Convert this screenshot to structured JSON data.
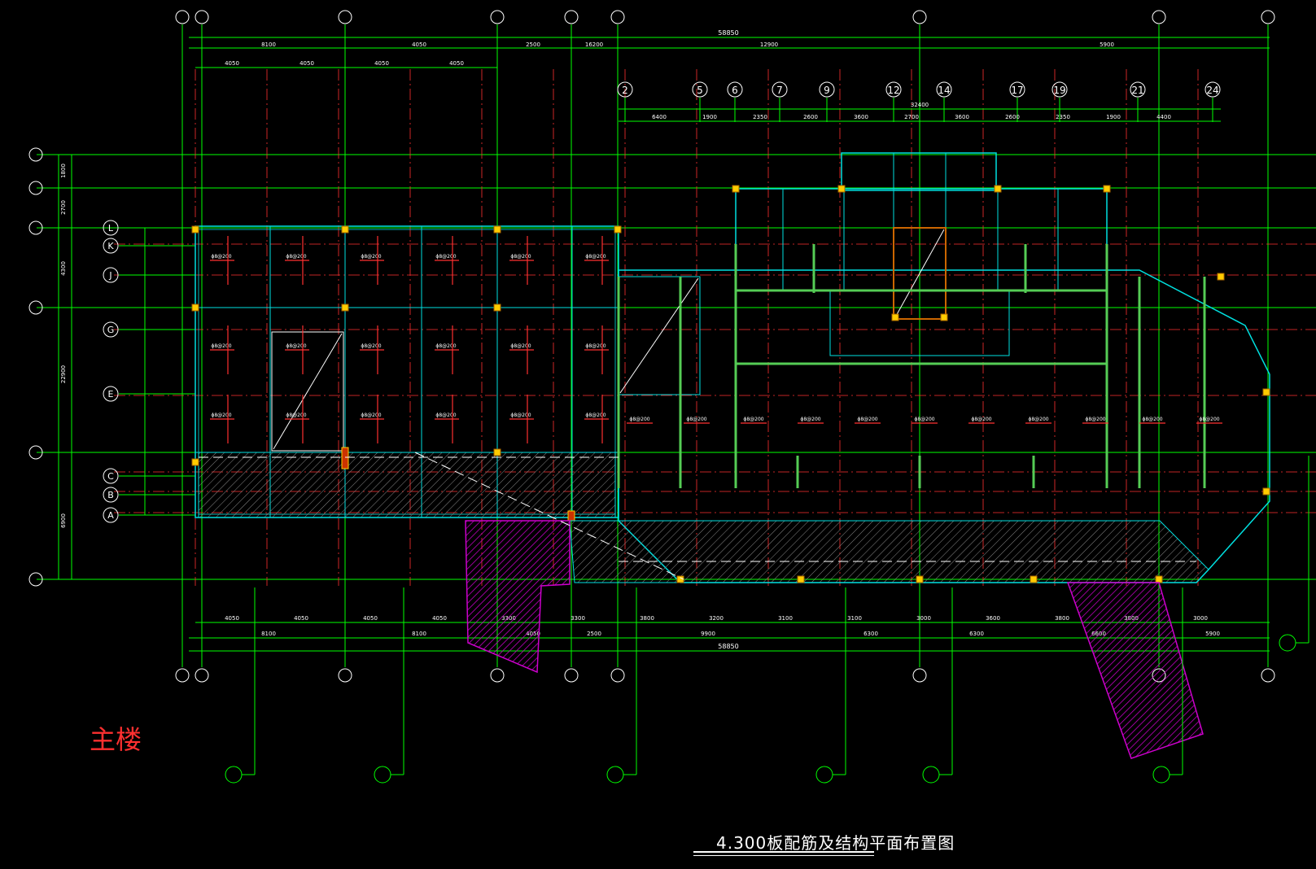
{
  "labels": {
    "main_building": "主楼",
    "drawing_title": "4.300板配筋及结构平面布置图"
  },
  "colors": {
    "background": "#000000",
    "axis_line": "#00ff00",
    "grid_dash": "#ff3030",
    "wall": "#00e0e0",
    "column": "#ffcc00",
    "beam": "#55cc55",
    "hatch_magenta": "#cc00cc",
    "dim_text": "#ffffff"
  },
  "axes_top_numbers": [
    "2",
    "5",
    "6",
    "7",
    "9",
    "12",
    "14",
    "17",
    "19",
    "21",
    "24"
  ],
  "axes_left_letters": [
    "L",
    "K",
    "J",
    "G",
    "E",
    "C",
    "B",
    "A"
  ],
  "dimensions": {
    "total_top": "58850",
    "sub_top": "32400",
    "top_row": [
      "8100",
      "4050",
      "2500",
      "16200",
      "12900",
      "5900"
    ],
    "top_row2": [
      "4050",
      "4050",
      "4050",
      "4050"
    ],
    "right_block": [
      "6400",
      "1900",
      "2350",
      "2600",
      "3600",
      "2700",
      "3600",
      "2600",
      "2350",
      "1900",
      "4400"
    ],
    "bottom_row": [
      "4050",
      "4050",
      "4050",
      "4050",
      "3300",
      "3300",
      "3800",
      "3200",
      "3100",
      "3100",
      "3000",
      "3600",
      "3800",
      "3800",
      "3000"
    ],
    "bottom_row2": [
      "8100",
      "8100",
      "4050",
      "2500",
      "9900",
      "6300",
      "6300",
      "6600",
      "5900"
    ],
    "total_bottom": "58850",
    "left_dims": [
      "1800",
      "2700",
      "4300",
      "22900",
      "6900"
    ]
  }
}
